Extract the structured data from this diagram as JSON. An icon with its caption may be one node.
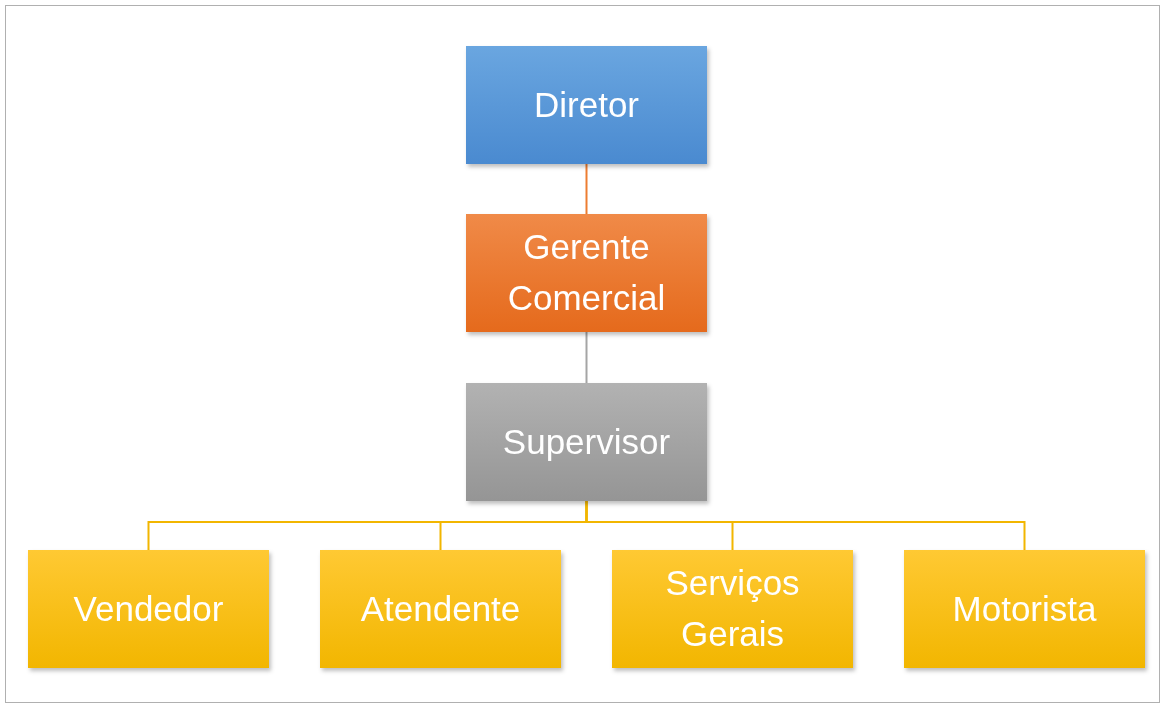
{
  "diagram": {
    "nodes": [
      {
        "text": [
          "Diretor"
        ]
      },
      {
        "text": [
          "Gerente Comercial"
        ]
      },
      {
        "text": [
          "Supervisor"
        ]
      },
      {
        "text": [
          "Vendedor"
        ]
      },
      {
        "text": [
          "Atendente"
        ]
      },
      {
        "text": [
          "Serviços Gerais"
        ]
      },
      {
        "text": [
          "Motorista"
        ]
      }
    ],
    "edges": [
      {
        "from": 0,
        "to": 1,
        "arrow": "none",
        "color": "#ed7d31"
      },
      {
        "from": 1,
        "to": 2,
        "arrow": "none",
        "color": "#a5a5a5"
      },
      {
        "from": 2,
        "to": 3,
        "arrow": "none"
      },
      {
        "from": 2,
        "to": 4,
        "arrow": "none"
      },
      {
        "from": 2,
        "to": 5,
        "arrow": "none"
      },
      {
        "from": 2,
        "to": 6,
        "arrow": "none"
      }
    ]
  }
}
